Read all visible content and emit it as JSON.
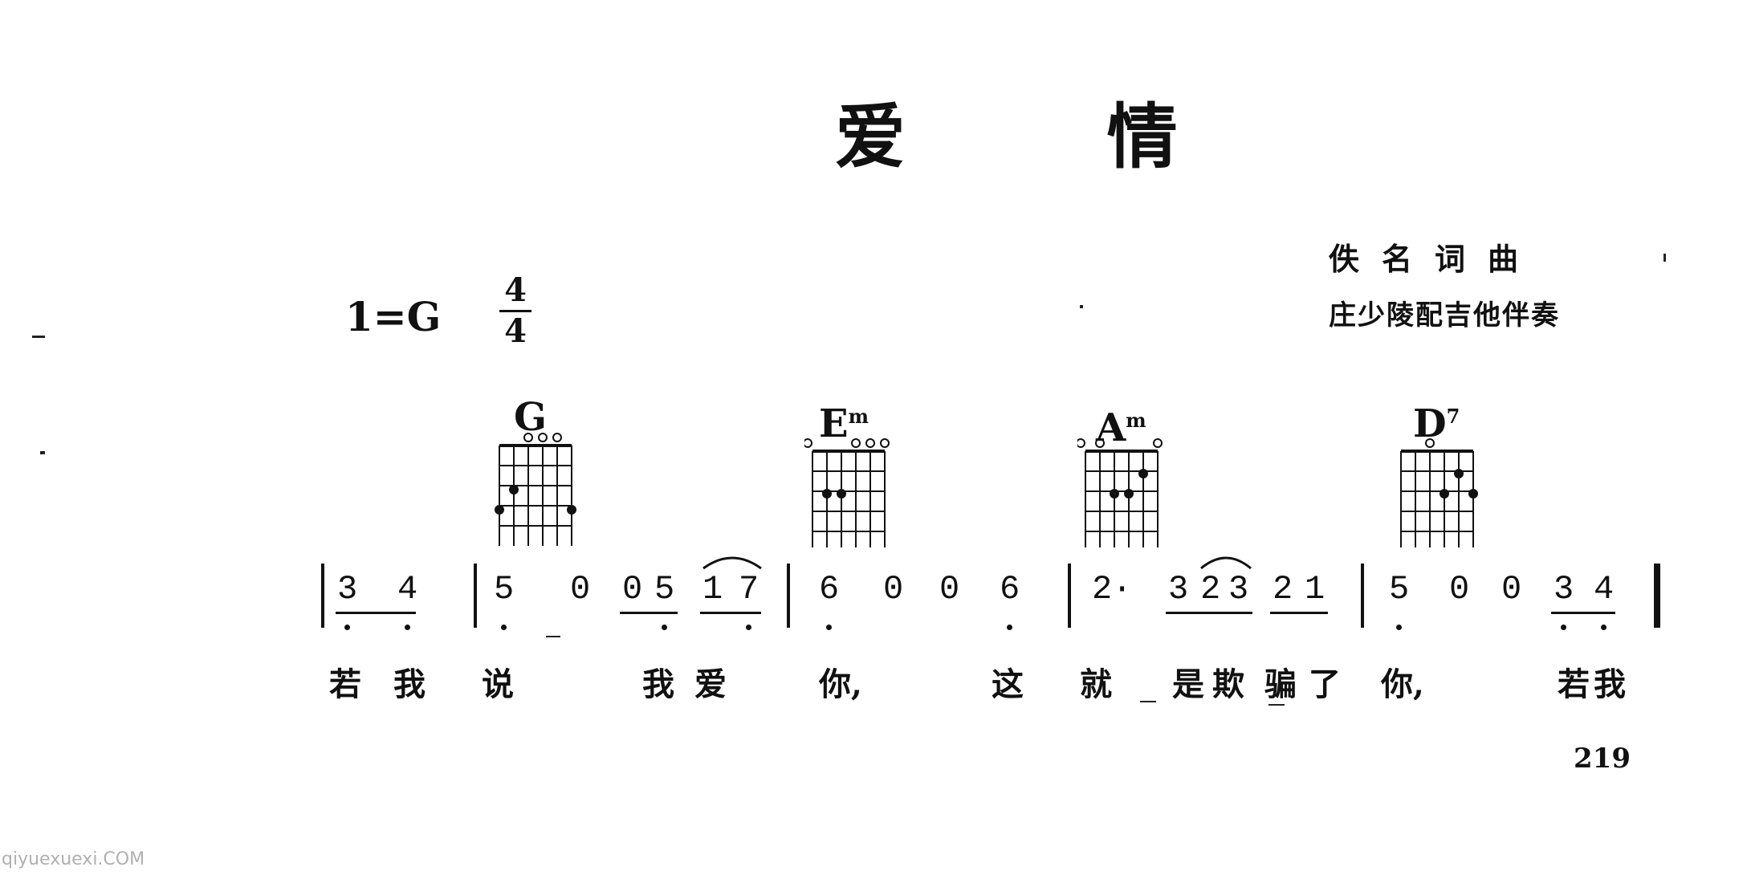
{
  "title": "爱 情",
  "credits": {
    "lyrics_music": "佚名词曲",
    "arranger": "庄少陵配吉他伴奏"
  },
  "key": "1=G",
  "time_signature": {
    "top": "4",
    "bottom": "4"
  },
  "chords": [
    {
      "name": "G",
      "sup": ""
    },
    {
      "name": "E",
      "sup": "m"
    },
    {
      "name": "A",
      "sup": "m"
    },
    {
      "name": "D",
      "sup": "7"
    }
  ],
  "notes": [
    "3",
    "4",
    "5",
    "0",
    "0",
    "5",
    "1",
    "7",
    "6",
    "0",
    "0",
    "6",
    "2",
    "·",
    "3",
    "2",
    "3",
    "2",
    "1",
    "5",
    "0",
    "0",
    "3",
    "4"
  ],
  "lyrics": [
    "若",
    "我",
    "说",
    "我",
    "爱",
    "你,",
    "这",
    "就",
    "是",
    "欺",
    "骗",
    "了",
    "你,",
    "若",
    "我"
  ],
  "page_number": "219",
  "watermark": "qiyuexuexi.COM"
}
